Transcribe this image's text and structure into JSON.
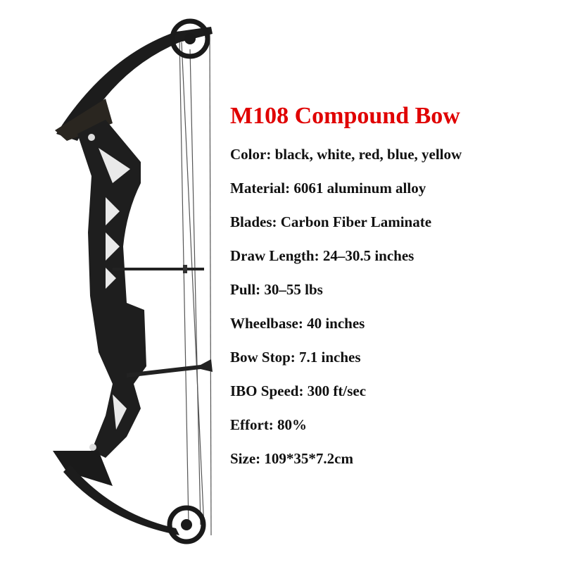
{
  "product": {
    "title": "M108 Compound Bow",
    "title_color": "#e00000",
    "image_alt": "black compound bow product photo",
    "specs": [
      "Color: black, white, red, blue, yellow",
      "Material: 6061 aluminum alloy",
      "Blades: Carbon Fiber Laminate",
      "Draw Length: 24–30.5 inches",
      "Pull: 30–55 lbs",
      "Wheelbase: 40 inches",
      "Bow Stop: 7.1 inches",
      "IBO Speed: 300 ft/sec",
      "Effort: 80%",
      "Size: 109*35*7.2cm"
    ]
  }
}
